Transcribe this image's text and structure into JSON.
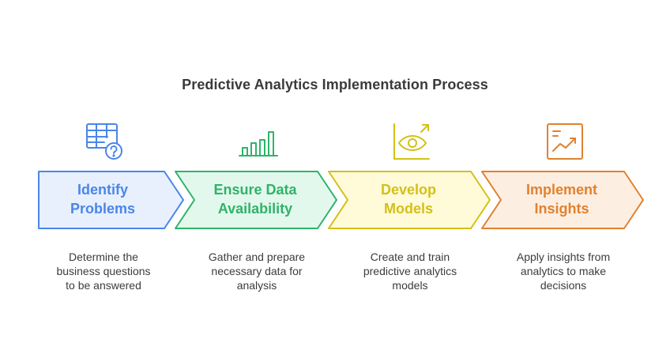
{
  "title": "Predictive Analytics Implementation Process",
  "steps": [
    {
      "label_line1": "Identify",
      "label_line2": "Problems",
      "desc_line1": "Determine the",
      "desc_line2": "business questions",
      "desc_line3": "to be answered",
      "icon": "table-question-icon",
      "color": "#4a86e8",
      "fill": "#e8f0fe"
    },
    {
      "label_line1": "Ensure Data",
      "label_line2": "Availability",
      "desc_line1": "Gather and prepare",
      "desc_line2": "necessary data for",
      "desc_line3": "analysis",
      "icon": "bar-chart-icon",
      "color": "#2fb36b",
      "fill": "#e3f8ec"
    },
    {
      "label_line1": "Develop",
      "label_line2": "Models",
      "desc_line1": "Create and train",
      "desc_line2": "predictive analytics",
      "desc_line3": "models",
      "icon": "eye-chart-icon",
      "color": "#d4c017",
      "fill": "#fffbd9"
    },
    {
      "label_line1": "Implement",
      "label_line2": "Insights",
      "desc_line1": "Apply insights from",
      "desc_line2": "analytics to make",
      "desc_line3": "decisions",
      "icon": "trend-report-icon",
      "color": "#e0822f",
      "fill": "#fdeee2"
    }
  ]
}
